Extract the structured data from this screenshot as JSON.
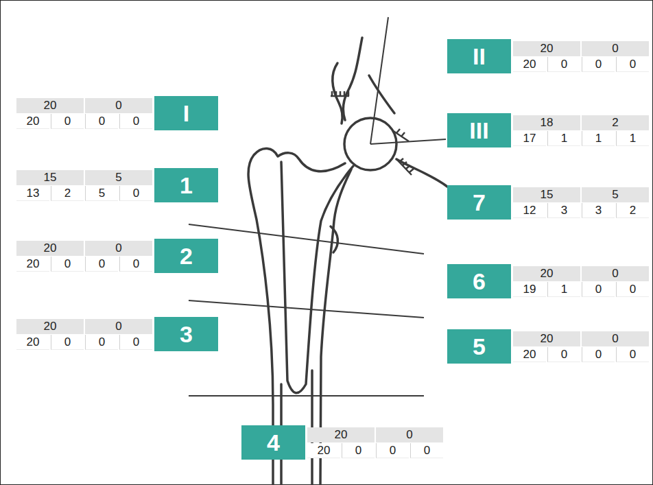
{
  "diagram": {
    "nodes": [
      {
        "text": [
          "II"
        ]
      },
      {
        "text": [
          "I"
        ]
      },
      {
        "text": [
          "III"
        ]
      },
      {
        "text": [
          "1"
        ]
      },
      {
        "text": [
          "7"
        ]
      },
      {
        "text": [
          "2"
        ]
      },
      {
        "text": [
          "6"
        ]
      },
      {
        "text": [
          "3"
        ]
      },
      {
        "text": [
          "5"
        ]
      },
      {
        "text": [
          "4"
        ]
      }
    ],
    "labels": [
      "20",
      "0",
      "20",
      "0",
      "0",
      "0",
      "20",
      "0",
      "20",
      "0",
      "0",
      "0",
      "18",
      "2",
      "17",
      "1",
      "1",
      "1",
      "15",
      "5",
      "13",
      "2",
      "5",
      "0",
      "15",
      "5",
      "12",
      "3",
      "3",
      "2",
      "20",
      "0",
      "20",
      "0",
      "0",
      "0",
      "20",
      "0",
      "19",
      "1",
      "0",
      "0",
      "20",
      "0",
      "20",
      "0",
      "0",
      "0",
      "20",
      "0",
      "20",
      "0",
      "0",
      "0",
      "20",
      "0",
      "20",
      "0",
      "0",
      "0"
    ]
  }
}
